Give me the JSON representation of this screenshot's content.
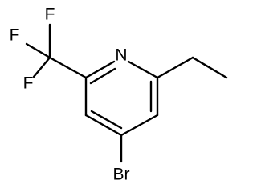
{
  "atoms": {
    "n": "N",
    "br": "Br",
    "f1": "F",
    "f2": "F",
    "f3": "F"
  },
  "colors": {
    "bond": "#000000",
    "label": "#000000",
    "background": "#ffffff"
  }
}
